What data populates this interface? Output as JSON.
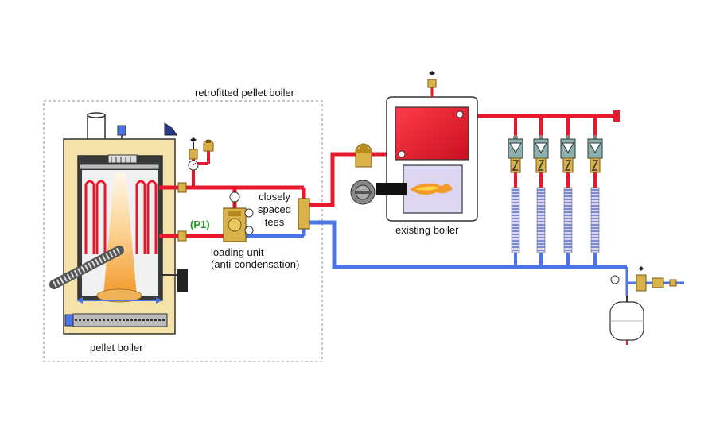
{
  "labels": {
    "retrofit_box": "retrofitted pellet boiler",
    "pellet_boiler": "pellet boiler",
    "existing_boiler": "existing boiler",
    "tees_line1": "closely",
    "tees_line2": "spaced",
    "tees_line3": "tees",
    "pump": "(P1)",
    "loading_line1": "loading unit",
    "loading_line2": "(anti-condensation)"
  },
  "colors": {
    "supply": "#e8192c",
    "return": "#4a74e8",
    "brass": "#d9b24a",
    "jacket": "#f5e2a8",
    "flame": "#f39a2c",
    "pump_label": "#1a9a1a",
    "box_border": "#888888"
  },
  "icons": {
    "circulators": "circulator-pump-icon",
    "burner": "oil-burner-icon",
    "expansion_tank": "expansion-tank-icon",
    "air_vent": "air-vent-icon",
    "gauge": "pressure-gauge-icon",
    "relief_valve": "relief-valve-icon"
  }
}
